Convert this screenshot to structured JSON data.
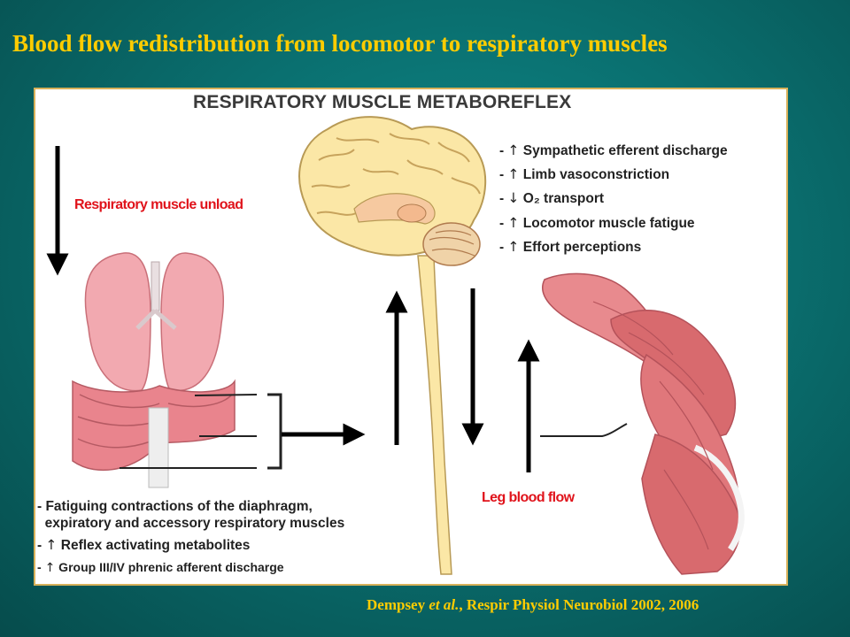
{
  "title": "Blood flow redistribution from locomotor to respiratory muscles",
  "panel": {
    "heading": "RESPIRATORY MUSCLE METABOREFLEX",
    "labels": {
      "respiratory_unload": "Respiratory muscle unload",
      "leg_blood_flow": "Leg blood flow"
    },
    "effects": [
      {
        "prefix": "- ",
        "symbol": "↑",
        "text": "Sympathetic efferent discharge"
      },
      {
        "prefix": "- ",
        "symbol": "↑",
        "text": "Limb vasoconstriction"
      },
      {
        "prefix": "- ",
        "symbol": "↓",
        "text": "O₂ transport"
      },
      {
        "prefix": "- ",
        "symbol": "↑",
        "text": "Locomotor muscle fatigue"
      },
      {
        "prefix": "- ",
        "symbol": "↑",
        "text": "Effort perceptions"
      }
    ],
    "contributors": {
      "line1": "- Fatiguing contractions of the diaphragm,",
      "line2": "  expiratory and accessory respiratory muscles",
      "line3_prefix": "- ",
      "line3_symbol": "↑",
      "line3_text": " Reflex activating metabolites",
      "line4_prefix": "- ",
      "line4_symbol": "↑",
      "line4_text": " Group III/IV phrenic afferent discharge"
    }
  },
  "citation": {
    "authors": "Dempsey ",
    "etal": "et al.",
    "rest": ", Respir Physiol Neurobiol 2002, 2006"
  },
  "colors": {
    "title_gold": "#ffcc00",
    "accent_red": "#e0131b",
    "panel_border": "#d7b15a",
    "brain_fill": "#fbe7a6",
    "lung_fill": "#f2a9b0",
    "muscle_fill": "#d86a6e"
  },
  "icons": [
    "brain-illustration",
    "spinal-cord-illustration",
    "lungs-diaphragm-illustration",
    "leg-muscle-illustration",
    "arrow-up-icon",
    "arrow-down-icon",
    "arrow-right-icon"
  ]
}
